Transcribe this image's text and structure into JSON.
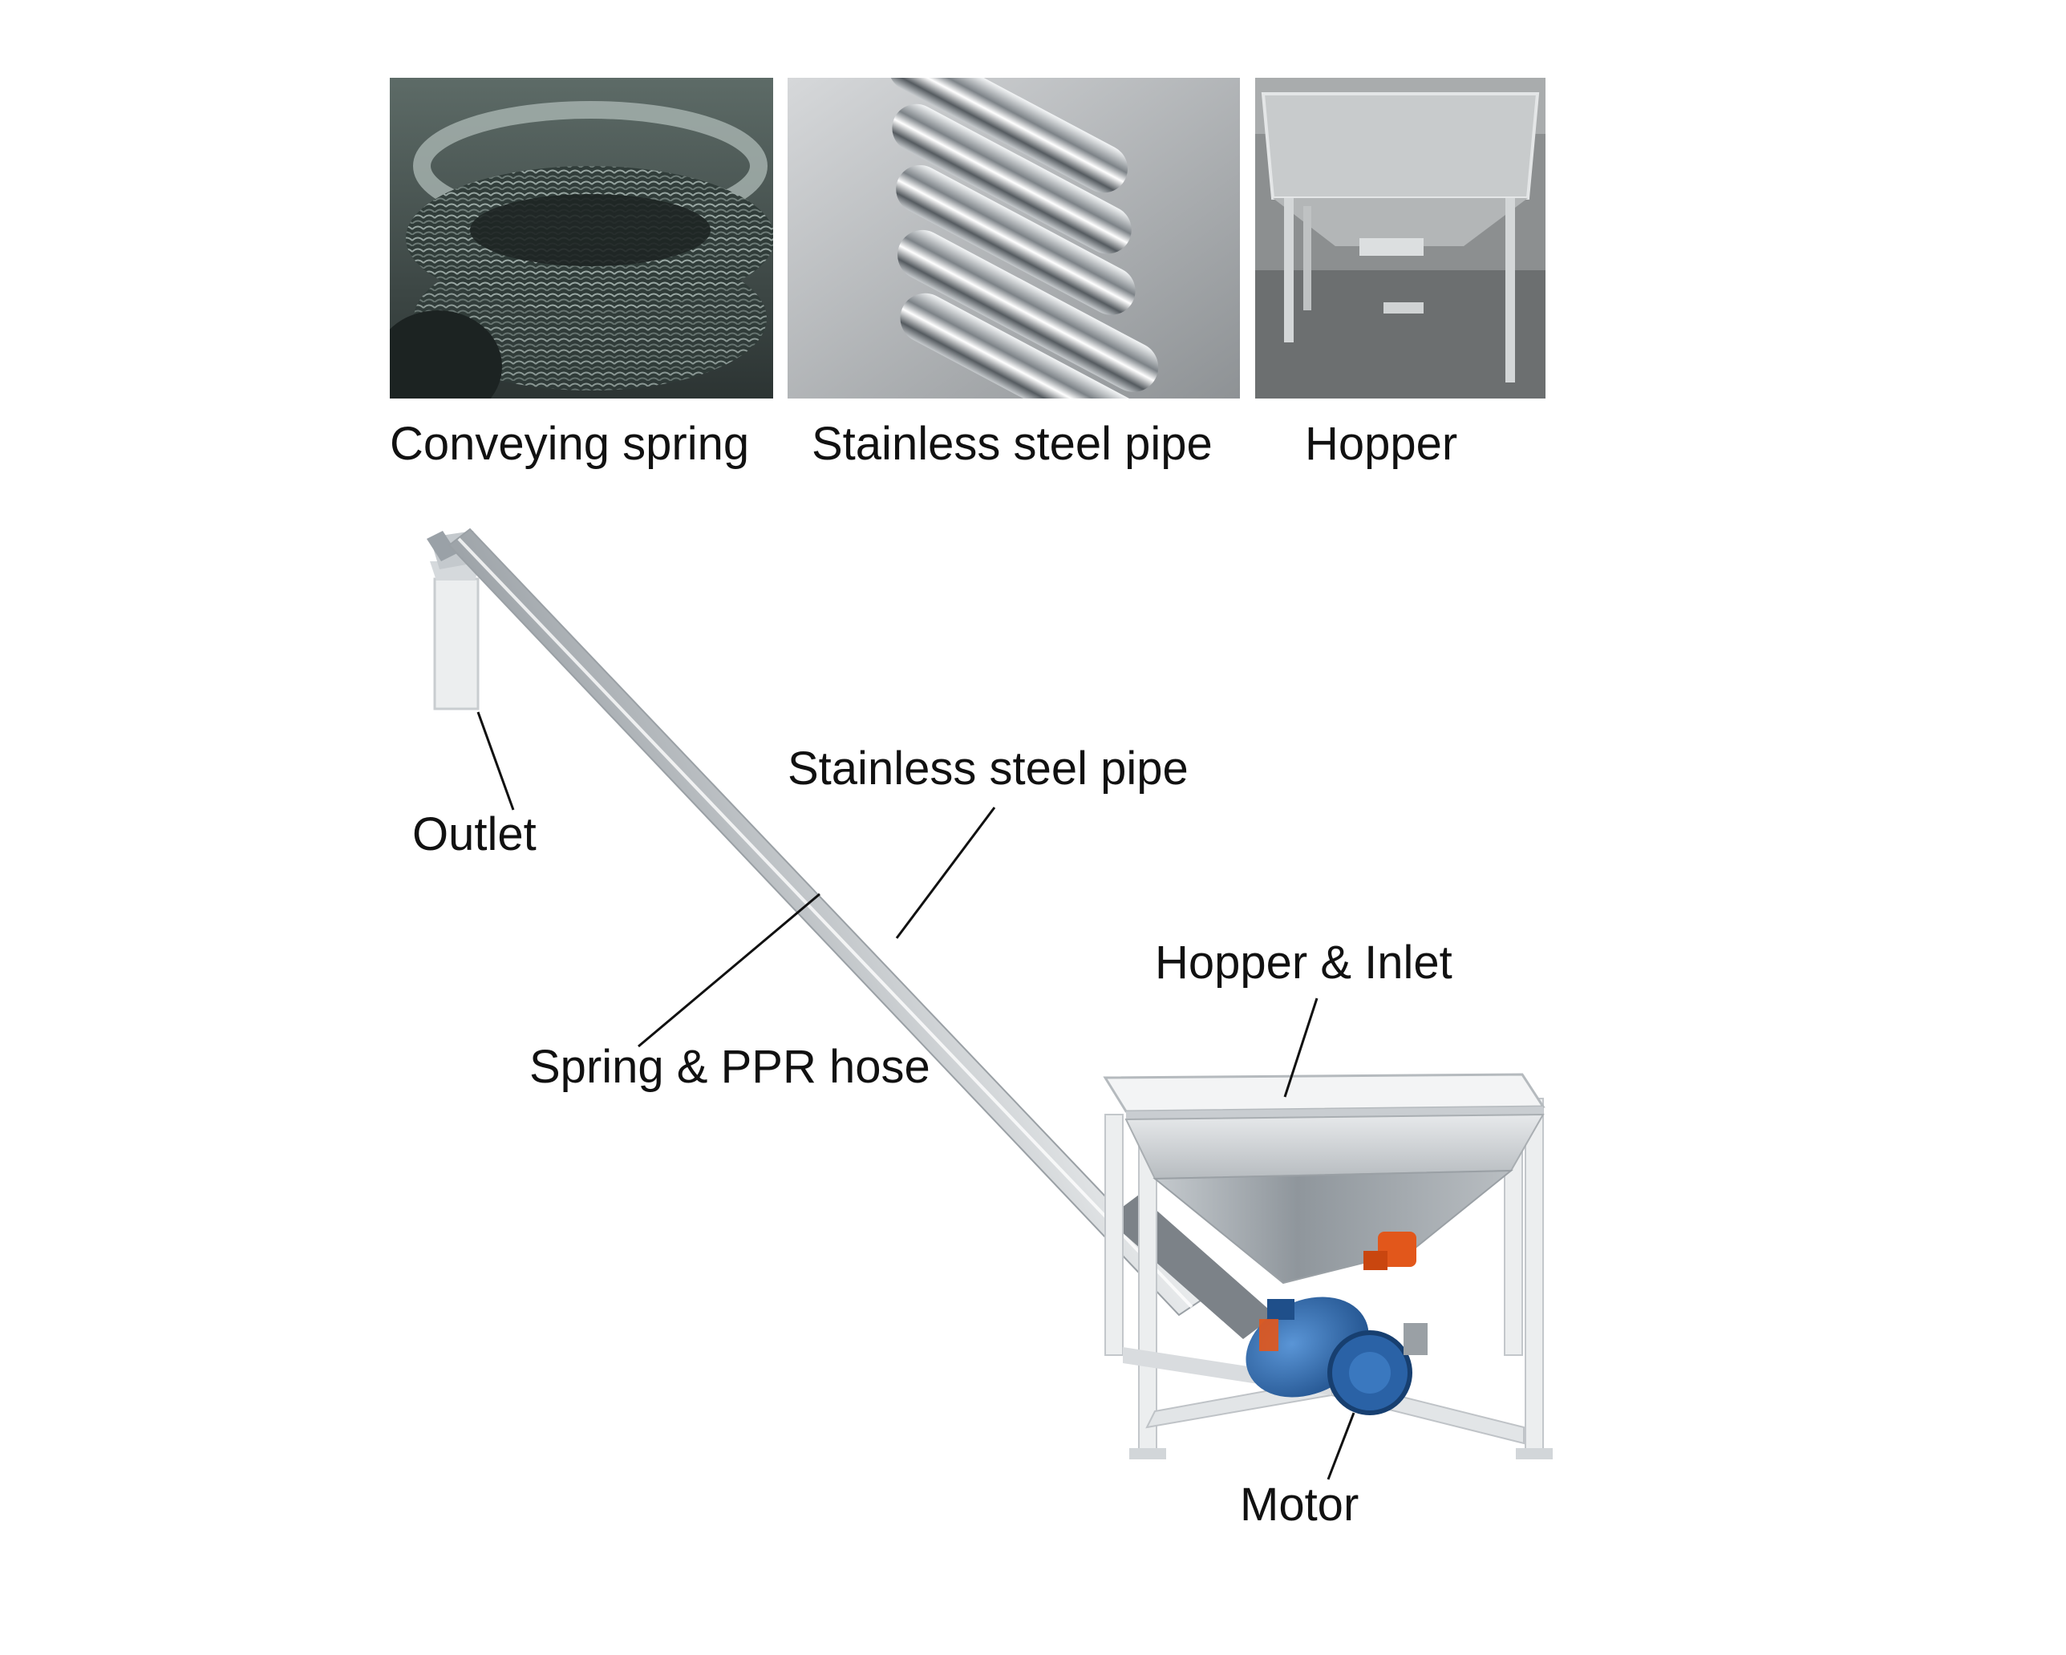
{
  "gallery": [
    {
      "caption": "Conveying spring",
      "icon": "conveying-spring-photo"
    },
    {
      "caption": "Stainless steel pipe",
      "icon": "stainless-steel-pipe-photo"
    },
    {
      "caption": "Hopper",
      "icon": "hopper-photo"
    }
  ],
  "labels": {
    "outlet": "Outlet",
    "pipe": "Stainless steel pipe",
    "spring_hose": "Spring & PPR hose",
    "hopper_inlet": "Hopper & Inlet",
    "motor": "Motor"
  },
  "colors": {
    "motor": "#2f6fb5",
    "accent_orange": "#e2571b",
    "steel": "#c9ced3",
    "background": "#ffffff"
  }
}
